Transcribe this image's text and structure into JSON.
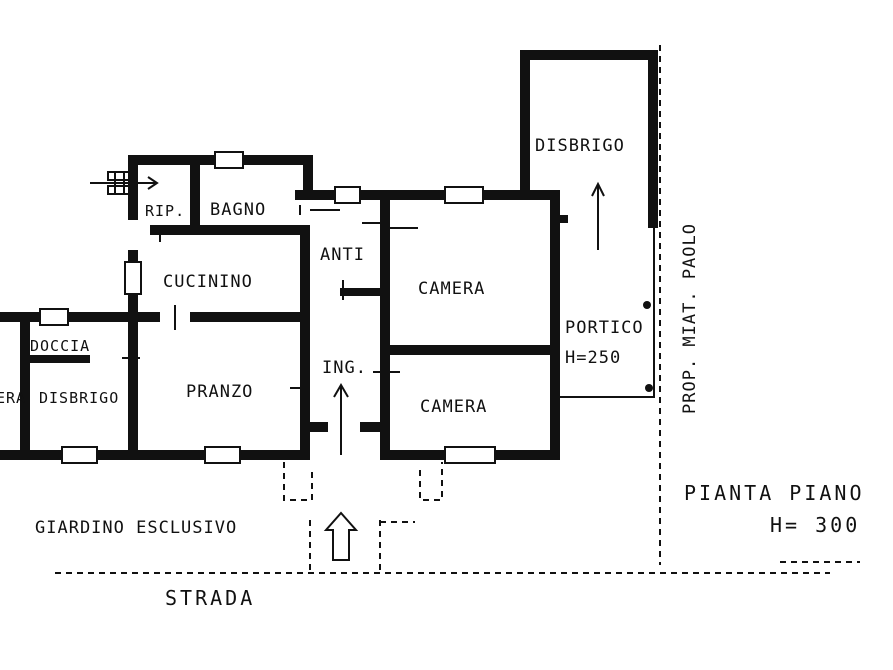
{
  "plan": {
    "rooms": {
      "disbrigo_top": "DISBRIGO",
      "rip": "RIP.",
      "bagno": "BAGNO",
      "anti": "ANTI",
      "cucinino": "CUCININO",
      "camera_top": "CAMERA",
      "camera_bottom": "CAMERA",
      "portico": "PORTICO",
      "portico_height": "H=250",
      "doccia": "DOCCIA",
      "disbrigo_left": "DISBRIGO",
      "partial_left": "ERA",
      "pranzo": "PRANZO",
      "ingresso": "ING."
    },
    "neighbor_label": "PROP. MIAT. PAOLO",
    "garden_label": "GIARDINO ESCLUSIVO",
    "street_label": "STRADA",
    "title_line1": "PIANTA PIANO",
    "title_line2": "H= 300"
  }
}
